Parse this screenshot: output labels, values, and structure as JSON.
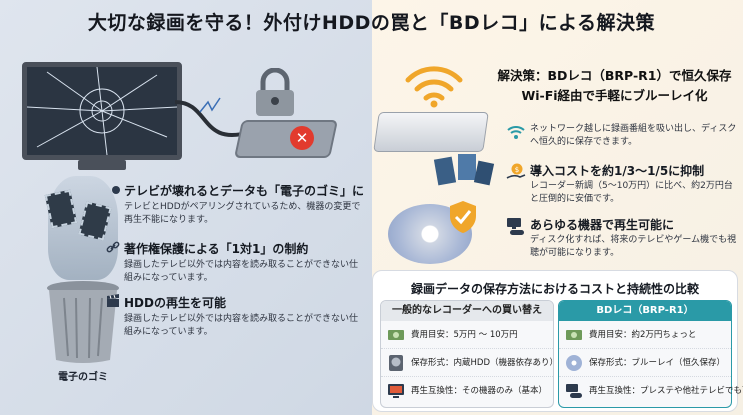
{
  "title": "大切な録画を守る！外付けHDDの罠と「BDレコ」による解決策",
  "left": {
    "trash_label": "電子のゴミ",
    "points": [
      {
        "icon": "bullet-dot",
        "title": "テレビが壊れるとデータも「電子のゴミ」に",
        "body": "テレビとHDDがペアリングされているため、機器の変更で再生不能になります。"
      },
      {
        "icon": "chain-link-icon",
        "title": "著作権保護による「1対1」の制約",
        "body": "録画したテレビ以外では内容を読み取ることができない仕組みになっています。"
      },
      {
        "icon": "clapperboard-icon",
        "title": "HDDの再生を可能",
        "body": "録画したテレビ以外では内容を読み取ることができない仕組みになっています。"
      }
    ]
  },
  "right": {
    "title_line1": "解決策：BDレコ（BRP-R1）で恒久保存",
    "title_line2": "Wi-Fi経由で手軽にブルーレイ化",
    "features": [
      {
        "icon": "wifi-icon",
        "title": "",
        "body": "ネットワーク越しに録画番組を吸い出し、ディスクへ恒久的に保存できます。"
      },
      {
        "icon": "coin-hand-icon",
        "title": "導入コストを約1/3〜1/5に抑制",
        "body": "レコーダー新調（5〜10万円）に比べ、約2万円台と圧倒的に安価です。"
      },
      {
        "icon": "devices-icon",
        "title": "あらゆる機器で再生可能に",
        "body": "ディスク化すれば、将来のテレビやゲーム機でも視聴が可能になります。"
      }
    ]
  },
  "comparison": {
    "title": "録画データの保存方法におけるコストと持続性の比較",
    "left": {
      "header": "一般的なレコーダーへの買い替え",
      "rows": [
        {
          "icon": "money-icon",
          "text": "費用目安：5万円 〜 10万円"
        },
        {
          "icon": "hdd-icon",
          "text": "保存形式：内蔵HDD（機器依存あり）"
        },
        {
          "icon": "tv-icon",
          "text": "再生互換性：その機器のみ（基本）"
        }
      ]
    },
    "right": {
      "header": "BDレコ（BRP-R1）",
      "rows": [
        {
          "icon": "money-icon",
          "text": "費用目安：約2万円ちょっと"
        },
        {
          "icon": "disc-icon",
          "text": "保存形式：ブルーレイ（恒久保存）"
        },
        {
          "icon": "devices-icon",
          "text": "再生互換性：プレステや他社テレビでも可"
        }
      ]
    }
  },
  "colors": {
    "accent_teal": "#2a9aa7",
    "error_red": "#e23b2e"
  }
}
